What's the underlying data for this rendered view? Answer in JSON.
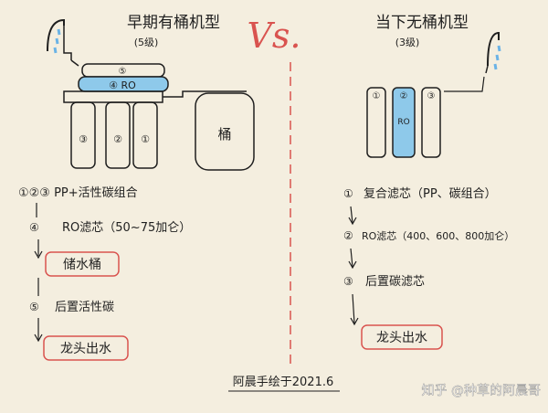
{
  "left": {
    "title": "早期有桶机型",
    "subtitle": "(5级)",
    "ro_label": "④ RO",
    "top_filter_num": "⑤",
    "filter_nums": [
      "③",
      "②",
      "①"
    ],
    "tank_label": "桶",
    "steps": {
      "s1": "①②③ PP+活性碳组合",
      "s2_num": "④",
      "s2_text": "RO滤芯（50~75加仑）",
      "box1": "储水桶",
      "s3_num": "⑤",
      "s3_text": "后置活性碳",
      "box2": "龙头出水"
    }
  },
  "vs": "Vs.",
  "right": {
    "title": "当下无桶机型",
    "subtitle": "(3级)",
    "filter_nums": [
      "①",
      "②",
      "③"
    ],
    "ro_small": "RO",
    "steps": {
      "s1_num": "①",
      "s1_text": "复合滤芯（PP、碳组合）",
      "s2_num": "②",
      "s2_text": "RO滤芯（400、600、800加仑）",
      "s3_num": "③",
      "s3_text": "后置碳滤芯",
      "box": "龙头出水"
    }
  },
  "signature": "阿晨手绘于2021.6",
  "watermark": "知乎 @种草的阿晨哥",
  "colors": {
    "paper": "#f4eedf",
    "ink": "#1f1f1f",
    "accent_red": "#d9534f",
    "water_blue": "#6bb3e6",
    "ro_fill": "#8ec9ea"
  }
}
